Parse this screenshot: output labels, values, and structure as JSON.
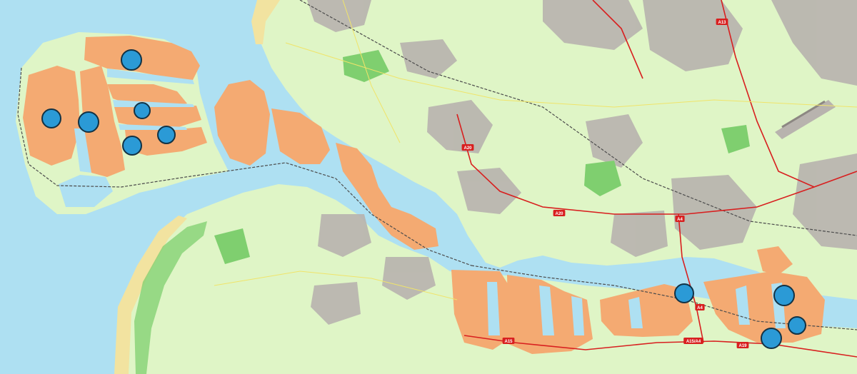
{
  "map": {
    "colors": {
      "water": "#aee0f2",
      "land": "#dff5c6",
      "beach": "#f2e3a0",
      "port": "#f4aa72",
      "urban": "#b8b3ae",
      "park": "#7fcf6f",
      "motorway": "#d81f1f",
      "marker": "#2b9ad6",
      "marker_outline": "#123244"
    },
    "road_shields": [
      {
        "label": "A13"
      },
      {
        "label": "A20"
      },
      {
        "label": "A20"
      },
      {
        "label": "A4"
      },
      {
        "label": "A4"
      },
      {
        "label": "A15"
      },
      {
        "label": "A15/A4"
      },
      {
        "label": "A19"
      }
    ],
    "markers": [
      {
        "name": "marker-1"
      },
      {
        "name": "marker-2"
      },
      {
        "name": "marker-3"
      },
      {
        "name": "marker-4"
      },
      {
        "name": "marker-5"
      },
      {
        "name": "marker-6"
      },
      {
        "name": "marker-7"
      },
      {
        "name": "marker-8"
      },
      {
        "name": "marker-9"
      },
      {
        "name": "marker-10"
      }
    ]
  }
}
